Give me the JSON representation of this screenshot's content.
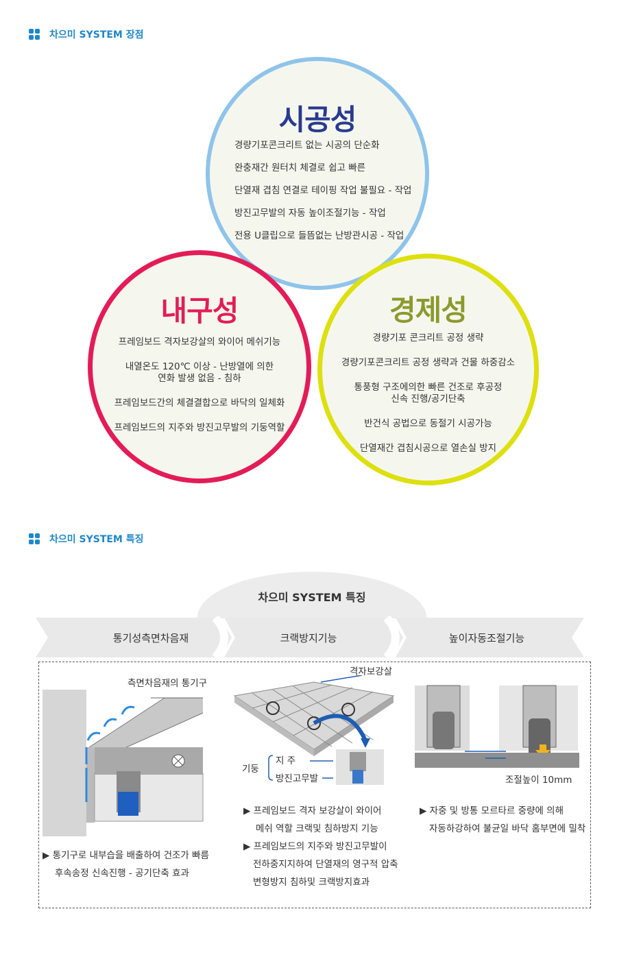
{
  "section1": {
    "title": "차으미 SYSTEM 장점"
  },
  "circles": {
    "construction": {
      "title": "시공성",
      "color": "#2a3a8f",
      "lines": [
        "경량기포콘크리트 없는 시공의 단순화",
        "완충재간 원터치 체결로 쉽고 빠른",
        "단열재 겹침 연결로 테이핑 작업 불필요 - 작업",
        "방진고무발의 자동 높이조절기능 - 작업",
        "전용 U클립으로 들뜸없는 난방관시공 - 작업"
      ]
    },
    "durability": {
      "title": "내구성",
      "color": "#e31c58",
      "lines": [
        "프레임보드 격자보강살의 와이어 메쉬기능",
        "내열온도 120℃ 이상 - 난방열에 의한",
        "연화 발생 없음 - 침하",
        "프레임보드간의 체결결합으로 바닥의 일체화",
        "프레임보드의 지주와 방진고무발의 기둥역할"
      ]
    },
    "economy": {
      "title": "경제성",
      "color": "#8b9a2c",
      "lines": [
        "경량기포 콘크리트 공정 생략",
        "경량기포콘크리트 공정 생략과 건물 하중감소",
        "통풍형 구조에의한 빠른 건조로 후공정",
        "신속 진행/공기단축",
        "반건식 공법으로 동절기 시공가능",
        "단열재간 겹침시공으로 열손실 방지"
      ]
    }
  },
  "section2": {
    "title": "차으미 SYSTEM 특징"
  },
  "features": {
    "header": "차으미 SYSTEM 특징",
    "bands": [
      "통기성측면차음재",
      "크랙방지기능",
      "높이자동조절기능"
    ],
    "fig1": {
      "label": "측면차음재의 통기구",
      "desc": [
        "▶ 통기구로 내부습을 배출하여 건조가 빠름",
        "후속송정 신속진행 - 공기단축 효과"
      ]
    },
    "fig2": {
      "label_top": "격자보강살",
      "label_pillar_group": "기둥",
      "label_pillar": "지 주",
      "label_rubber": "방진고무발",
      "desc": [
        "▶ 프레임보드 격자 보강살이 와이어",
        "메쉬 역할 크랙및 침하방지 기능",
        "▶ 프레임보드의 지주와 방진고무발이",
        "전하중지지하여 단열재의 영구적 압축",
        "변형방지 침하및 크랙방지효과"
      ]
    },
    "fig3": {
      "label": "조절높이 10mm",
      "desc": [
        "▶ 자중 및 방통 모르타르 중량에 의해",
        "자동하강하여 불균일 바닥 홈부면에 밀착"
      ]
    }
  }
}
